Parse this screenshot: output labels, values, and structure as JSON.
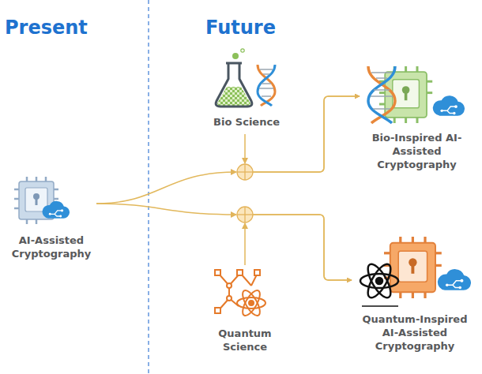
{
  "diagram": {
    "nodes": [
      {
        "text": [
          "AI-Assisted Cryptography"
        ]
      },
      {
        "text": [
          "Bio Science"
        ]
      },
      {
        "text": [
          "Bio-Inspired AI-Assisted Cryptography"
        ]
      },
      {
        "text": [
          "Quantum Science"
        ]
      },
      {
        "text": [
          "Quantum-Inspired AI-Assisted Cryptography"
        ]
      }
    ],
    "edges": [
      {
        "from": 0,
        "to": 2,
        "arrow": "to"
      },
      {
        "from": 1,
        "to": 2,
        "arrow": "to"
      },
      {
        "from": 0,
        "to": 4,
        "arrow": "to"
      },
      {
        "from": 3,
        "to": 4,
        "arrow": "to"
      }
    ],
    "labels": [
      "Present",
      "Future"
    ]
  }
}
